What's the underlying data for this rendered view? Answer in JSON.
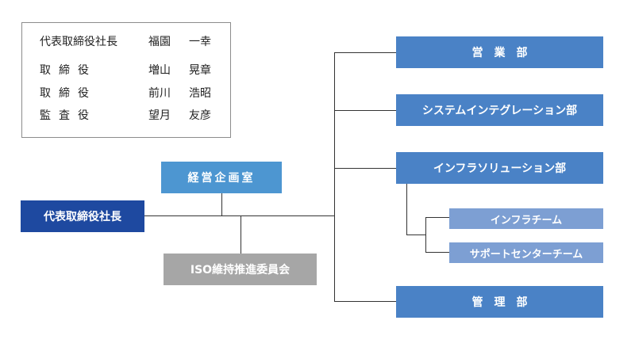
{
  "colors": {
    "ceo_box": "#1e49a0",
    "planning_box": "#4d96d1",
    "iso_box": "#a6a6a6",
    "department_box": "#4a82c6",
    "team_box": "#7d9fd3",
    "connector": "#333333"
  },
  "officers": [
    {
      "title": "代表取締役社長",
      "family": "福園",
      "given": "一幸"
    },
    {
      "title": "取締役",
      "family": "増山",
      "given": "晃章"
    },
    {
      "title": "取締役",
      "family": "前川",
      "given": "浩昭"
    },
    {
      "title": "監査役",
      "family": "望月",
      "given": "友彦"
    }
  ],
  "org": {
    "ceo": "代表取締役社長",
    "planning_office": "経営企画室",
    "iso_committee": "ISO維持推進委員会",
    "departments": {
      "sales": "営業部",
      "system_integration": "システムインテグレーション部",
      "infrastructure_solution": "インフラソリューション部",
      "administration": "管理部"
    },
    "teams": {
      "infra": "インフラチーム",
      "support_center": "サポートセンターチーム"
    }
  }
}
